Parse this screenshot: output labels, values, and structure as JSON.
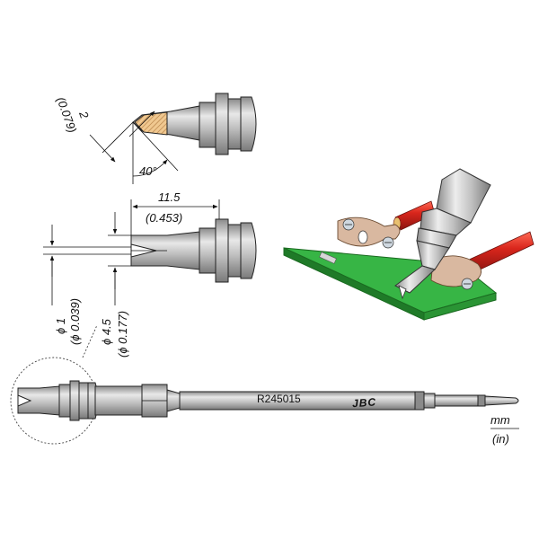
{
  "dimensions": {
    "tip_length_mm": "2",
    "tip_length_in": "(0.079)",
    "tip_angle": "40°",
    "overall_length_mm": "11.5",
    "overall_length_in": "(0.453)",
    "slot_dia_mm": "ϕ 1",
    "slot_dia_in": "(ϕ 0.039)",
    "outer_dia_mm": "ϕ 4.5",
    "outer_dia_in": "(ϕ 0.177)"
  },
  "cartridge": {
    "part_number": "R245015",
    "brand": "JBC"
  },
  "units": {
    "primary": "mm",
    "secondary": "(in)"
  },
  "colors": {
    "metal": "#c4c4c4",
    "pcb": "#2fa83a",
    "wire": "#d9261c",
    "clip": "#d9b8a0",
    "blade": "#f0c890"
  }
}
